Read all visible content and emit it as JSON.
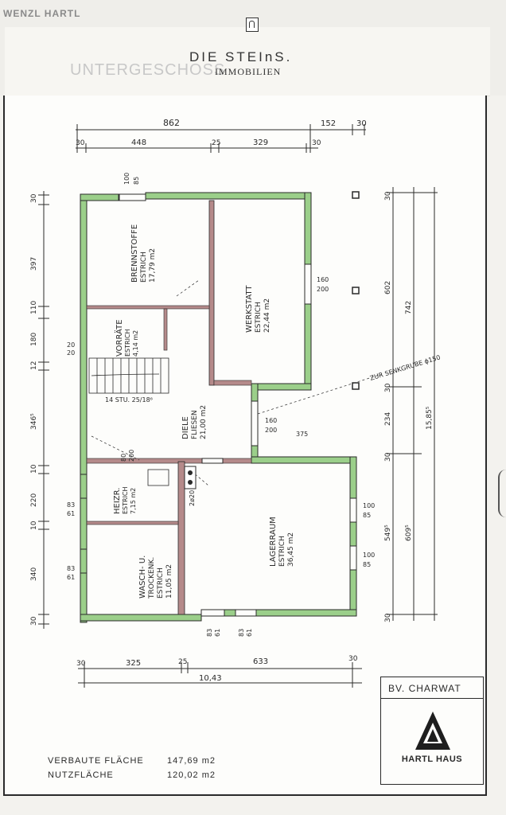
{
  "header": {
    "watermark_name": "WENZL HARTL",
    "brand_title": "DIE STEInS.",
    "brand_subtitle": "IMMOBILIEN",
    "floor_label": "UNTERGESCHOSS"
  },
  "plan": {
    "top_dimensions": {
      "overall": "862",
      "extra": "152",
      "edge_right": "30",
      "edge_left": "30",
      "seg1": "448",
      "seg2": "25",
      "seg3": "329",
      "seg3_edge": "30"
    },
    "left_dimensions": [
      "30",
      "397",
      "110",
      "180",
      "12",
      "346⁵",
      "10",
      "220",
      "10",
      "340",
      "30"
    ],
    "right_dimensions": {
      "top_edge": "30",
      "d602": "602",
      "d742": "742",
      "d30a": "30",
      "d234": "234",
      "d1585": "15,85⁵",
      "d30b": "30",
      "d5495": "549⁵",
      "d6095": "609⁵",
      "d30c": "30"
    },
    "bottom_dimensions": {
      "edge_left": "30",
      "seg1": "325",
      "seg2": "25",
      "seg3": "633",
      "edge_right": "30",
      "total": "10,43"
    },
    "rooms": [
      {
        "name": "BRENNSTOFFE",
        "floor": "ESTRICH",
        "area": "17,79  m2"
      },
      {
        "name": "WERKSTATT",
        "floor": "ESTRICH",
        "area": "22,44  m2"
      },
      {
        "name": "VORRÄTE",
        "floor": "ESTRICH",
        "area": "4,14  m2"
      },
      {
        "name": "DIELE",
        "floor": "FLIESEN",
        "area": "21,00  m2"
      },
      {
        "name": "HEIZR.",
        "floor": "ESTRICH",
        "area": "7,15  m2"
      },
      {
        "name": "WASCH- U.",
        "floor": "TROCKENK.",
        "area": "11,05  m2",
        "extra": "ESTRICH"
      },
      {
        "name": "LAGERRAUM",
        "floor": "ESTRICH",
        "area": "36,45  m2"
      }
    ],
    "annotations": {
      "stairs": "14 STU. 25/18⁶",
      "sewer": "ZUR SENKGRUBE ϕ150",
      "door_100_85_top": "100",
      "door_100_85_top_b": "85",
      "win_160_200": "160",
      "win_160_200_b": "200",
      "win_160_200_lower": "160",
      "win_160_200_lower_b": "200",
      "d375": "375",
      "d80_200_a": "80",
      "d80_200_b": "200",
      "d2x20": "2ø20",
      "d20a": "20",
      "d20b": "20",
      "d83_61_a": "83",
      "d61_a": "61",
      "d83_61_b": "83",
      "d61_b": "61",
      "d100_85_r1": "100",
      "d100_85_r1b": "85",
      "d100_85_r2": "100",
      "d100_85_r2b": "85",
      "d83_bottom_1": "83",
      "d61_bottom_1": "61",
      "d83_bottom_2": "83",
      "d61_bottom_2": "61"
    }
  },
  "title_block": {
    "project": "BV. CHARWAT",
    "company": "HARTL HAUS"
  },
  "areas": [
    {
      "label": "VERBAUTE  FLÄCHE",
      "value": "147,69 m2"
    },
    {
      "label": "NUTZFLÄCHE",
      "value": "120,02 m2"
    }
  ],
  "colors": {
    "outer_wall": "#9bcf8a",
    "inner_wall": "#b58a8a",
    "ink": "#2a2a2a"
  }
}
